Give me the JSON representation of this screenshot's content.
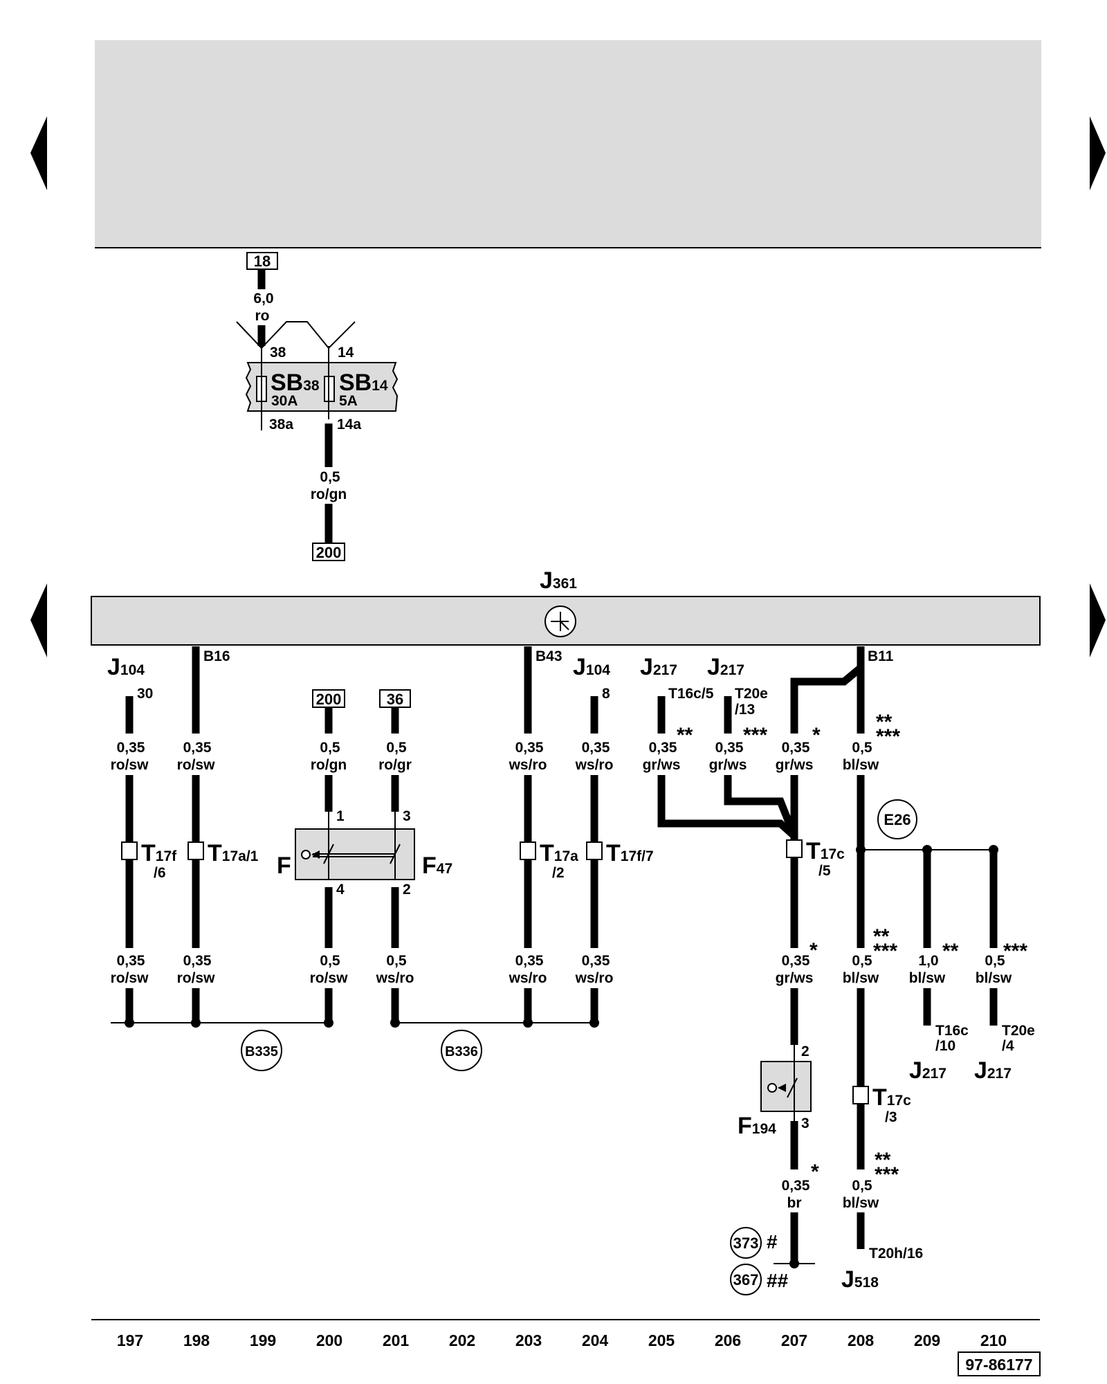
{
  "fuse_block": {
    "feed_ref": "18",
    "feed_size": "6,0",
    "feed_color": "ro",
    "fuses": [
      {
        "name": "SB",
        "sub": "38",
        "rating": "30A",
        "pin_in": "38",
        "pin_out": "38a"
      },
      {
        "name": "SB",
        "sub": "14",
        "rating": "5A",
        "pin_in": "14",
        "pin_out": "14a"
      }
    ],
    "out_size": "0,5",
    "out_color": "ro/gn",
    "out_ref": "200"
  },
  "control_unit": {
    "name": "J",
    "sub": "361"
  },
  "top_pins": [
    "B16",
    "B43",
    "B11"
  ],
  "labels": {
    "j104a_name": "J",
    "j104a_sub": "104",
    "j104a_pin": "30",
    "j104b_name": "J",
    "j104b_sub": "104",
    "j104b_pin": "8",
    "j217a_name": "J",
    "j217a_sub": "217",
    "j217a_pin": "T16c/5",
    "j217b_name": "J",
    "j217b_sub": "217",
    "j217b_pin1": "T20e",
    "j217b_pin2": "/13",
    "ref200": "200",
    "ref36": "36",
    "f_name": "F",
    "f47_name": "F",
    "f47_sub": "47",
    "f_pin1": "1",
    "f_pin3": "3",
    "f_pin4": "4",
    "f_pin2": "2",
    "e26": "E26",
    "b335": "B335",
    "b336": "B336",
    "f194_name": "F",
    "f194_sub": "194",
    "f194_pin2": "2",
    "f194_pin3": "3",
    "j518_name": "J",
    "j518_sub": "518",
    "t20h": "T20h/16",
    "j217c_name": "J",
    "j217c_sub": "217",
    "j217c_pin1": "T16c",
    "j217c_pin2": "/10",
    "j217d_name": "J",
    "j217d_sub": "217",
    "j217d_pin1": "T20e",
    "j217d_pin2": "/4",
    "r373": "373",
    "r367": "367",
    "hash1": "#",
    "hash2": "##",
    "star1": "*",
    "star2": "**",
    "star3": "***",
    "drawing_no": "97-86177"
  },
  "connectors": {
    "c1": {
      "name": "T",
      "sub": "17f",
      "sub2": "/6"
    },
    "c2": {
      "name": "T",
      "sub": "17a/1"
    },
    "c3": {
      "name": "T",
      "sub": "17a",
      "sub2": "/2"
    },
    "c4": {
      "name": "T",
      "sub": "17f/7"
    },
    "c5": {
      "name": "T",
      "sub": "17c",
      "sub2": "/5"
    },
    "c6": {
      "name": "T",
      "sub": "17c",
      "sub2": "/3"
    }
  },
  "wires": {
    "w197a": {
      "size": "0,35",
      "color": "ro/sw"
    },
    "w198a": {
      "size": "0,35",
      "color": "ro/sw"
    },
    "w200a": {
      "size": "0,5",
      "color": "ro/gn"
    },
    "w201a": {
      "size": "0,5",
      "color": "ro/gr"
    },
    "w203a": {
      "size": "0,35",
      "color": "ws/ro"
    },
    "w204a": {
      "size": "0,35",
      "color": "ws/ro"
    },
    "w205a": {
      "size": "0,35",
      "color": "gr/ws"
    },
    "w206a": {
      "size": "0,35",
      "color": "gr/ws"
    },
    "w207a": {
      "size": "0,35",
      "color": "gr/ws"
    },
    "w208a": {
      "size": "0,5",
      "color": "bl/sw"
    },
    "w197b": {
      "size": "0,35",
      "color": "ro/sw"
    },
    "w198b": {
      "size": "0,35",
      "color": "ro/sw"
    },
    "w200b": {
      "size": "0,5",
      "color": "ro/sw"
    },
    "w201b": {
      "size": "0,5",
      "color": "ws/ro"
    },
    "w203b": {
      "size": "0,35",
      "color": "ws/ro"
    },
    "w204b": {
      "size": "0,35",
      "color": "ws/ro"
    },
    "w207b": {
      "size": "0,35",
      "color": "gr/ws"
    },
    "w208b": {
      "size": "0,5",
      "color": "bl/sw"
    },
    "w209b": {
      "size": "1,0",
      "color": "bl/sw"
    },
    "w210b": {
      "size": "0,5",
      "color": "bl/sw"
    },
    "w207c": {
      "size": "0,35",
      "color": "br"
    },
    "w208c": {
      "size": "0,5",
      "color": "bl/sw"
    }
  },
  "track_numbers": [
    "197",
    "198",
    "199",
    "200",
    "201",
    "202",
    "203",
    "204",
    "205",
    "206",
    "207",
    "208",
    "209",
    "210"
  ]
}
